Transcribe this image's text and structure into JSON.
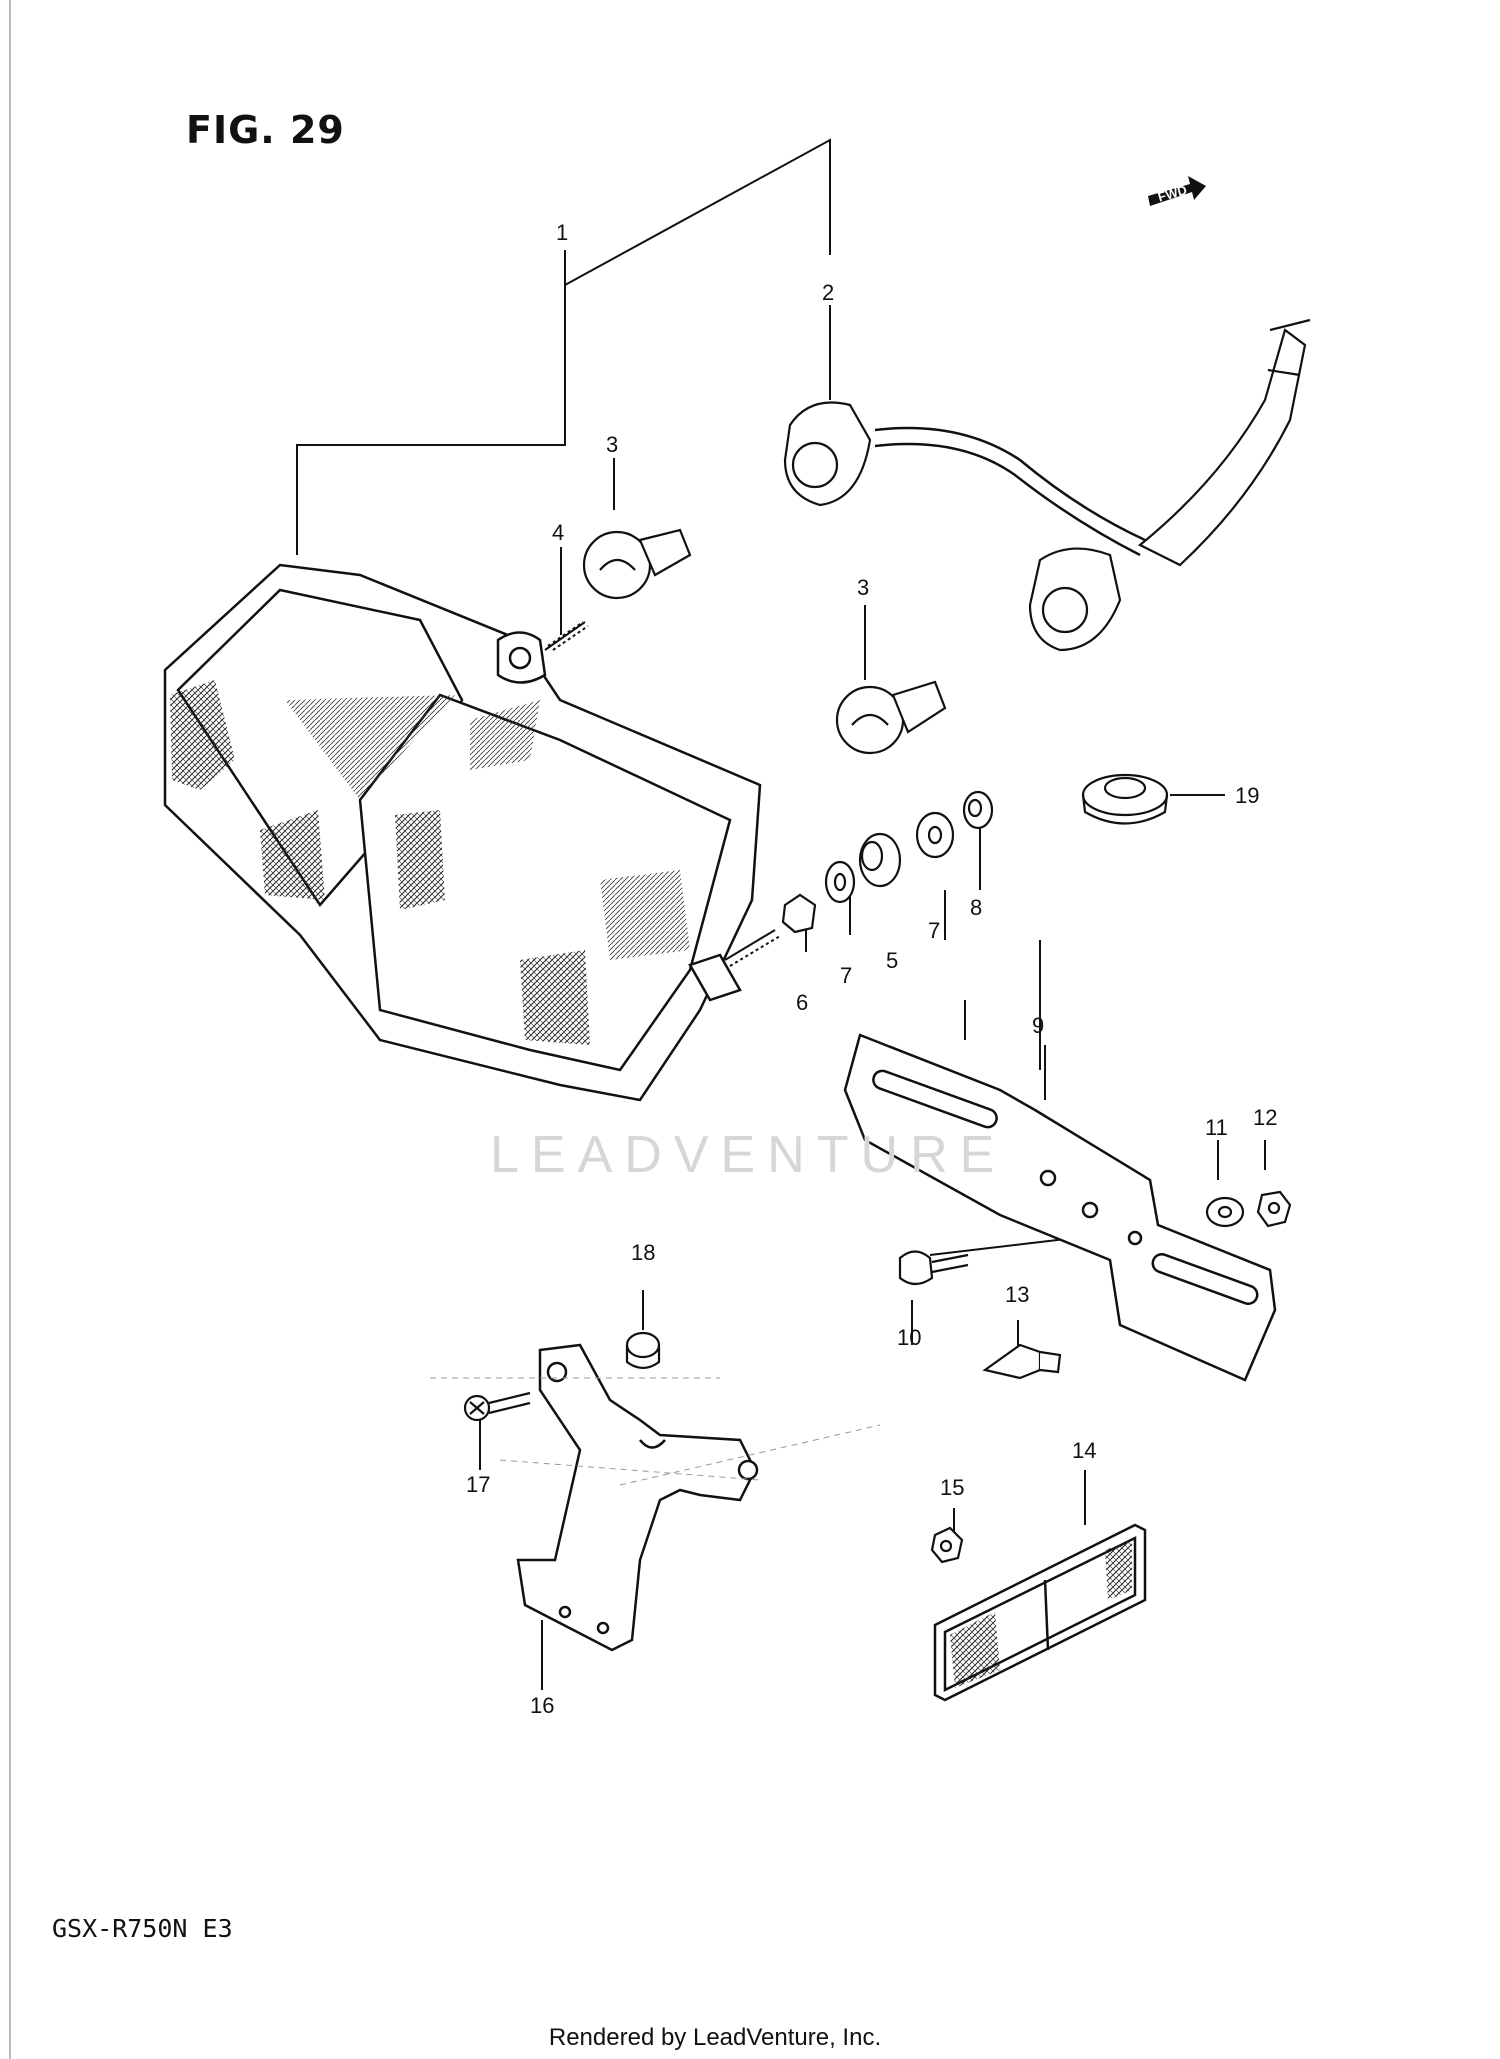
{
  "figure_label": "FIG. 29",
  "model": "GSX-R750N E3",
  "footer": "Rendered by LeadVenture, Inc.",
  "watermark": "LEADVENTURE",
  "direction_tag": "FWD",
  "callouts": [
    "1",
    "2",
    "3",
    "3",
    "4",
    "5",
    "6",
    "7",
    "7",
    "8",
    "9",
    "10",
    "11",
    "12",
    "13",
    "14",
    "15",
    "16",
    "17",
    "18",
    "19"
  ]
}
